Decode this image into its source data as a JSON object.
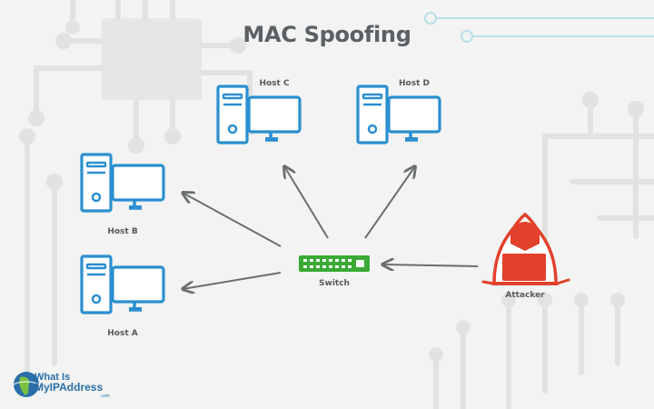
{
  "title": "MAC Spoofing",
  "nodes": {
    "host_a": "Host A",
    "host_b": "Host B",
    "host_c": "Host C",
    "host_d": "Host D",
    "switch": "Switch",
    "attacker": "Attacker"
  },
  "logo": {
    "line1": "What Is",
    "line2": "MyIPAddress",
    "suffix": ".com"
  },
  "colors": {
    "host": "#2a8fd0",
    "switch": "#3aaa35",
    "attacker": "#e2412c",
    "arrow": "#6a6e70",
    "circuit": "#e1e4e2",
    "title": "#5a6064"
  }
}
